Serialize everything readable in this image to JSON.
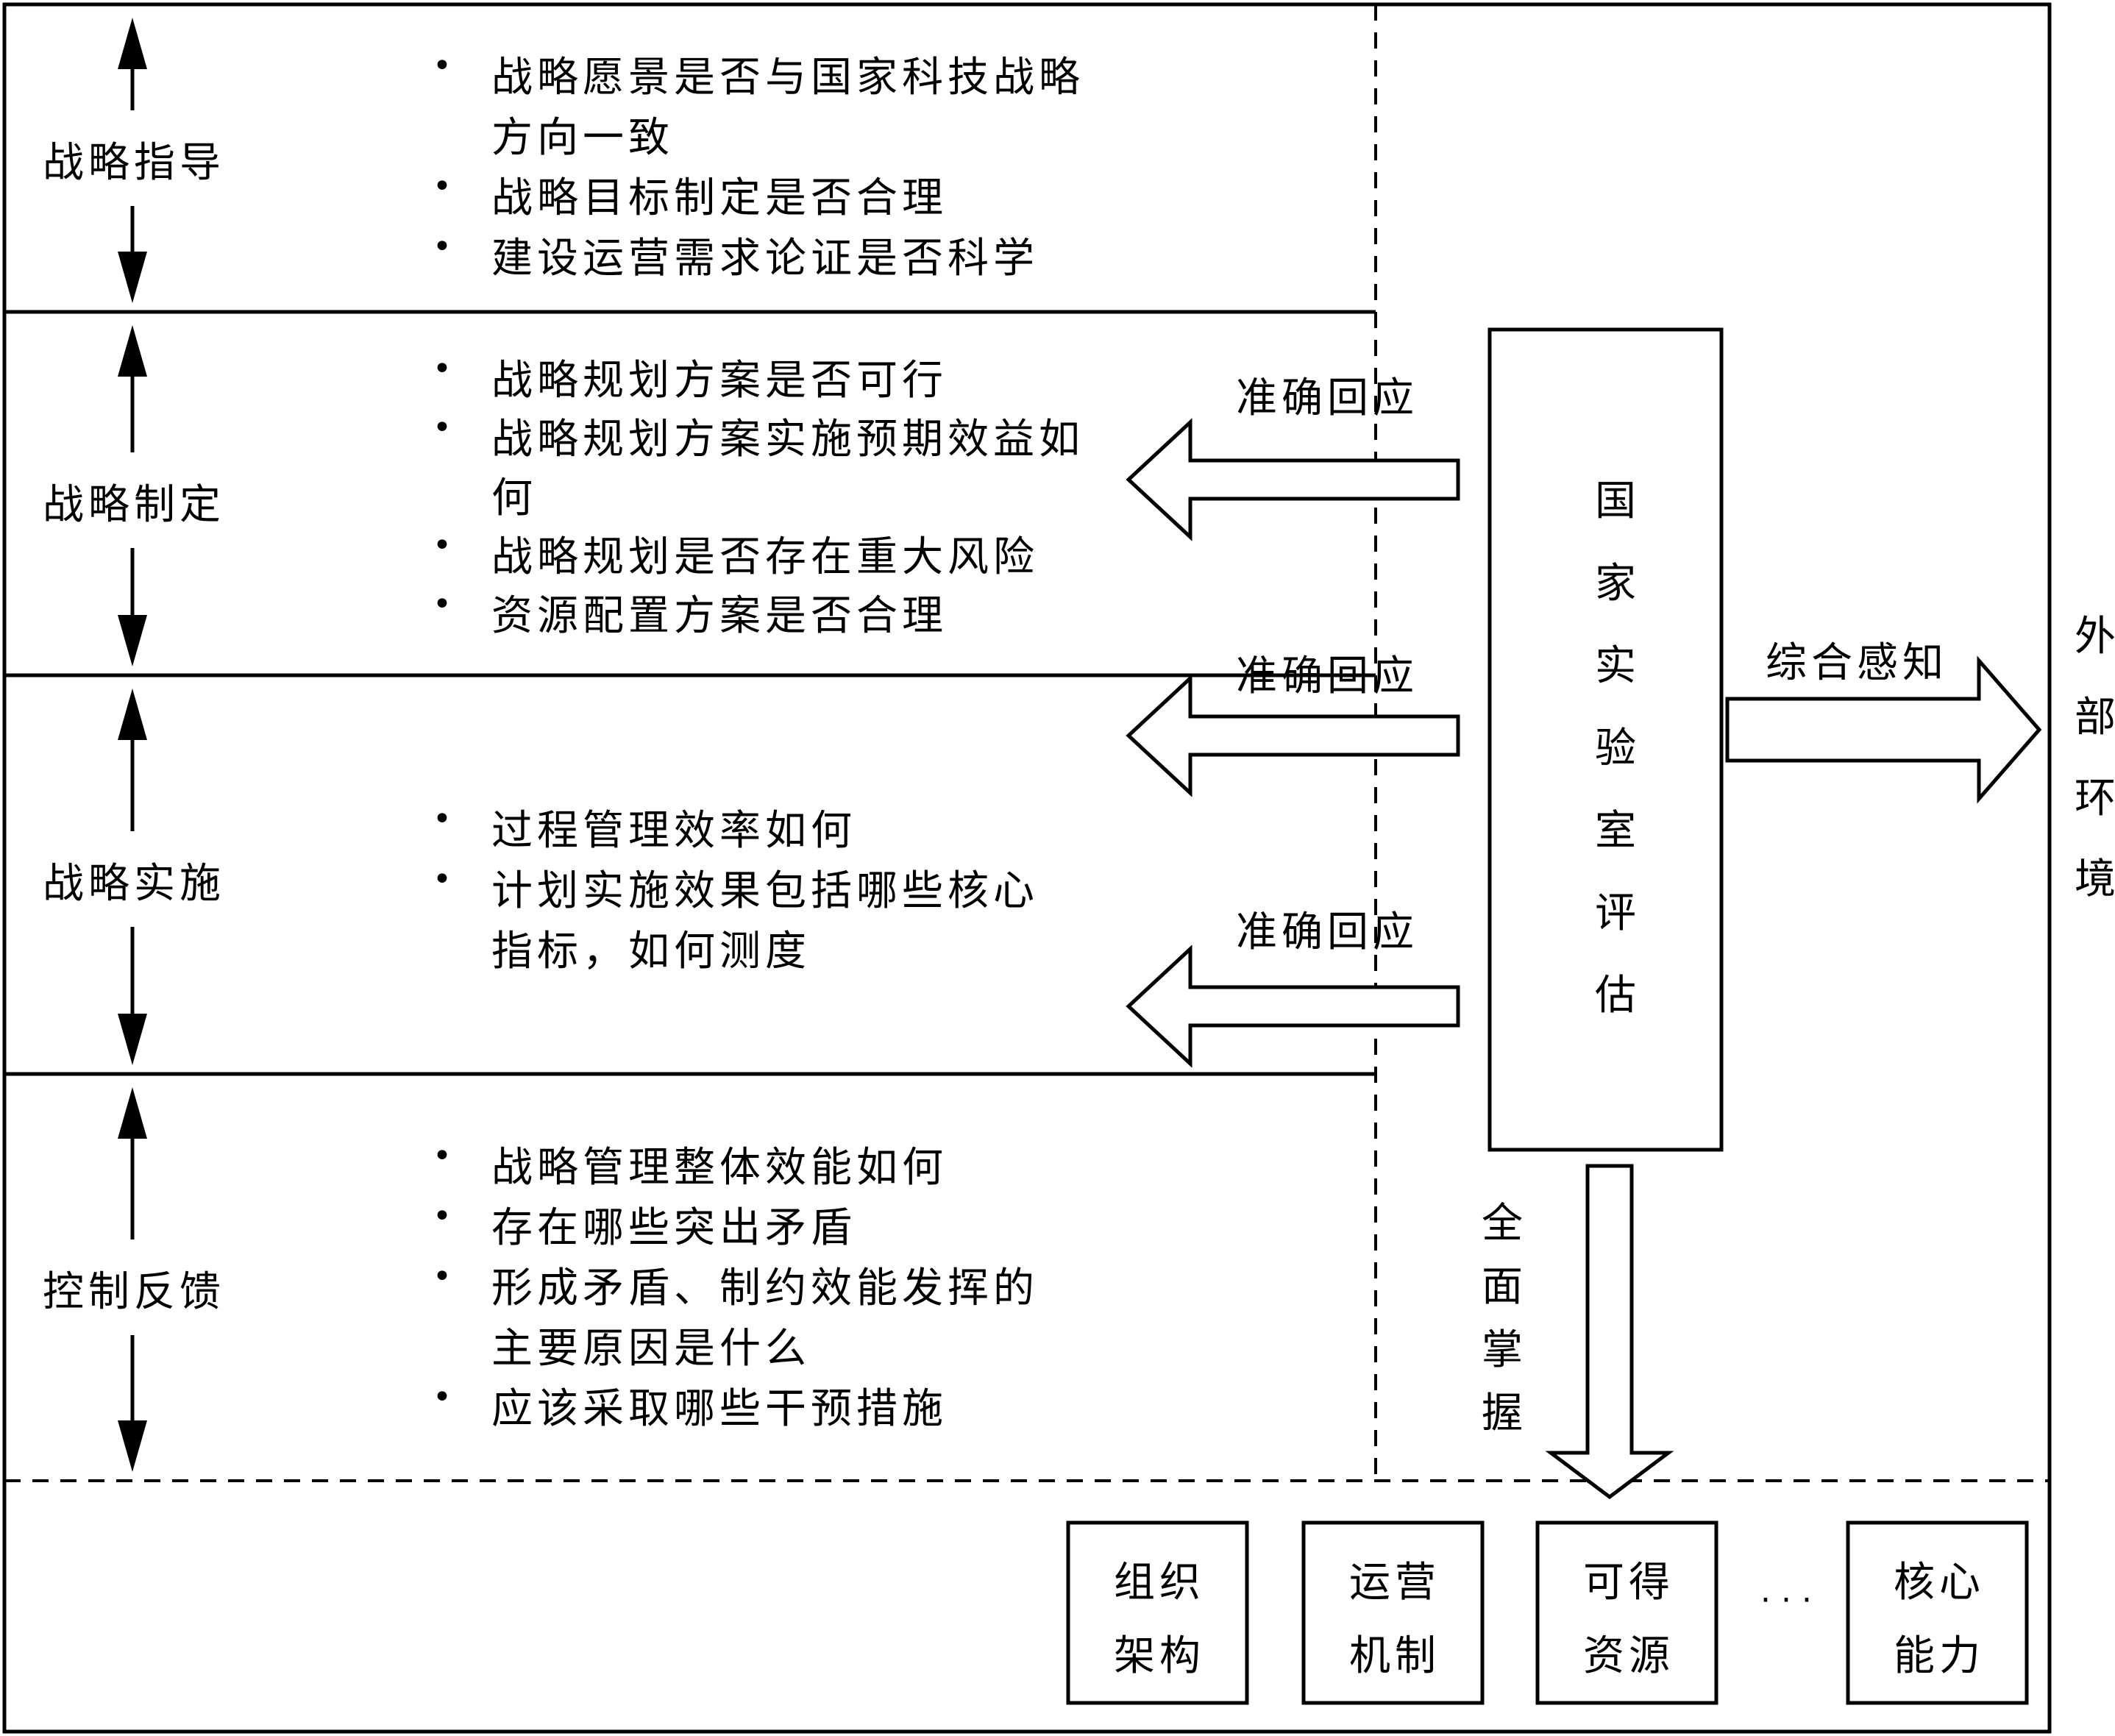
{
  "stages": [
    {
      "label": "战略指导",
      "lines": [
        {
          "bullet": true,
          "text": "战略愿景是否与国家科技战略"
        },
        {
          "bullet": false,
          "text": "方向一致"
        },
        {
          "bullet": true,
          "text": "战略目标制定是否合理"
        },
        {
          "bullet": true,
          "text": "建设运营需求论证是否科学"
        }
      ]
    },
    {
      "label": "战略制定",
      "lines": [
        {
          "bullet": true,
          "text": "战略规划方案是否可行"
        },
        {
          "bullet": true,
          "text": "战略规划方案实施预期效益如"
        },
        {
          "bullet": false,
          "text": "何"
        },
        {
          "bullet": true,
          "text": "战略规划是否存在重大风险"
        },
        {
          "bullet": true,
          "text": "资源配置方案是否合理"
        }
      ]
    },
    {
      "label": "战略实施",
      "lines": [
        {
          "bullet": true,
          "text": "过程管理效率如何"
        },
        {
          "bullet": true,
          "text": "计划实施效果包括哪些核心"
        },
        {
          "bullet": false,
          "text": "指标，如何测度"
        }
      ]
    },
    {
      "label": "控制反馈",
      "lines": [
        {
          "bullet": true,
          "text": "战略管理整体效能如何"
        },
        {
          "bullet": true,
          "text": "存在哪些突出矛盾"
        },
        {
          "bullet": true,
          "text": "形成矛盾、制约效能发挥的"
        },
        {
          "bullet": false,
          "text": "主要原因是什么"
        },
        {
          "bullet": true,
          "text": "应该采取哪些干预措施"
        }
      ]
    }
  ],
  "response_labels": [
    "准确回应",
    "准确回应",
    "准确回应"
  ],
  "center_box": "国家实验室评估",
  "perception_label": "综合感知",
  "external_env": "外部环境",
  "grasp_label": "全面掌握",
  "bottom_boxes": [
    {
      "line1": "组织",
      "line2": "架构"
    },
    {
      "line1": "运营",
      "line2": "机制"
    },
    {
      "line1": "可得",
      "line2": "资源"
    },
    {
      "line1": "核心",
      "line2": "能力"
    }
  ],
  "ellipsis": "· · ·",
  "bullet_char": "•"
}
